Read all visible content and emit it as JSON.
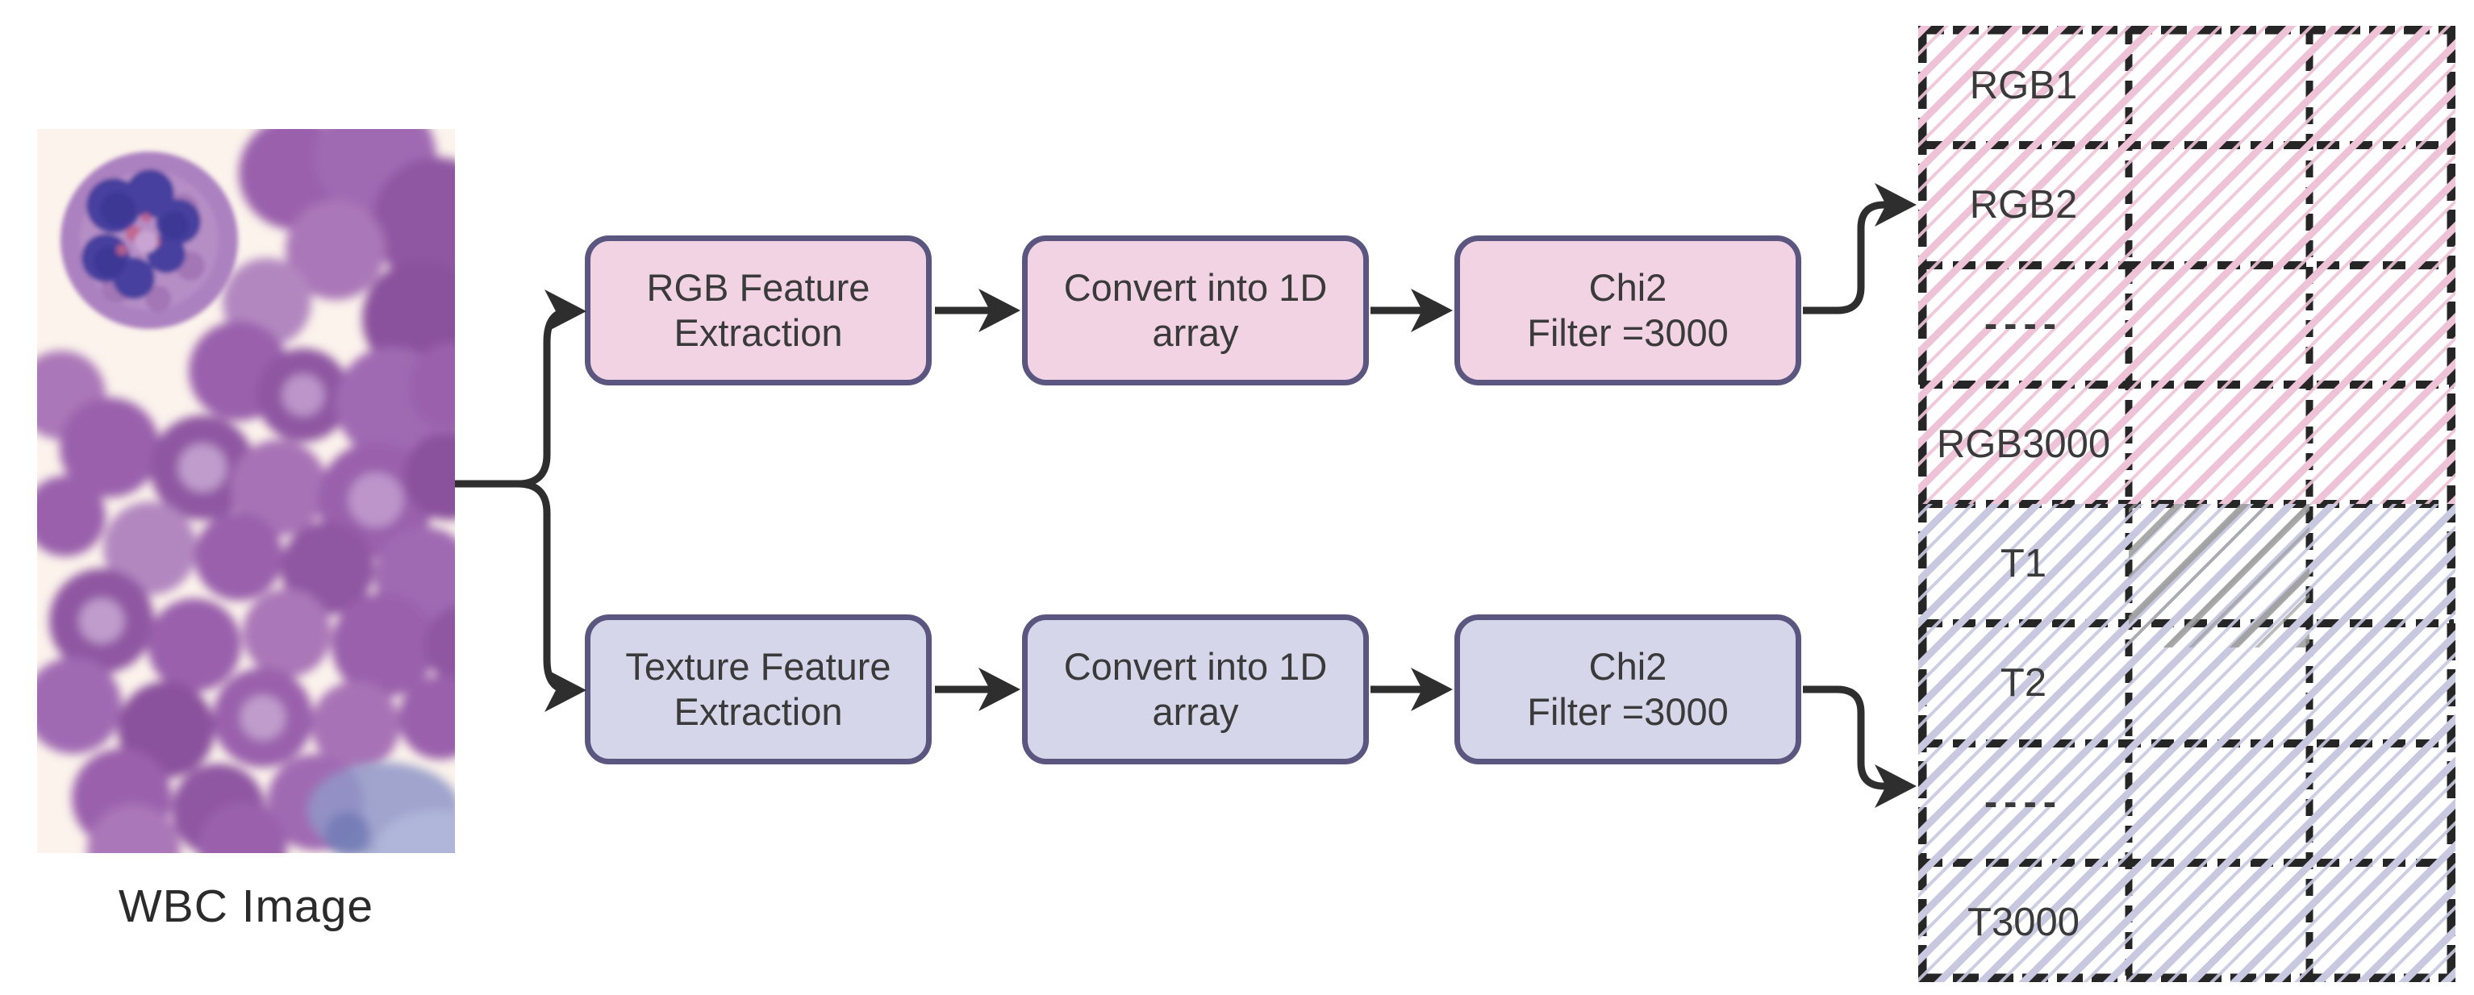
{
  "wbc_image": {
    "caption": "WBC Image"
  },
  "pipelines": [
    {
      "name": "rgb",
      "fill": "#f2d3e4",
      "steps": [
        {
          "label": "RGB Feature\nExtraction"
        },
        {
          "label": "Convert into 1D\narray"
        },
        {
          "label": "Chi2\nFilter =3000"
        }
      ]
    },
    {
      "name": "texture",
      "fill": "#d6d6ea",
      "steps": [
        {
          "label": "Texture Feature\nExtraction"
        },
        {
          "label": "Convert into 1D\narray"
        },
        {
          "label": "Chi2\nFilter =3000"
        }
      ]
    }
  ],
  "feature_table": {
    "columns": 3,
    "rows": [
      {
        "label": "RGB1",
        "group": "rgb"
      },
      {
        "label": "RGB2",
        "group": "rgb"
      },
      {
        "label": "----",
        "group": "rgb"
      },
      {
        "label": "RGB3000",
        "group": "rgb"
      },
      {
        "label": "T1",
        "group": "texture"
      },
      {
        "label": "T2",
        "group": "texture"
      },
      {
        "label": "----",
        "group": "texture"
      },
      {
        "label": "T3000",
        "group": "texture"
      }
    ],
    "gray_highlight_cell": {
      "row_label": "T1",
      "column_index": 1
    }
  },
  "colors": {
    "pink_fill": "#f2d3e4",
    "lavender_fill": "#d6d6ea",
    "box_border": "#5a5680",
    "hatch_pink": "#efc3d7",
    "hatch_lavender": "#c8c8e0",
    "hatch_gray": "#9b9b9b",
    "line": "#2e2e2e",
    "grid": "#262626",
    "text": "#3a3a3a"
  }
}
